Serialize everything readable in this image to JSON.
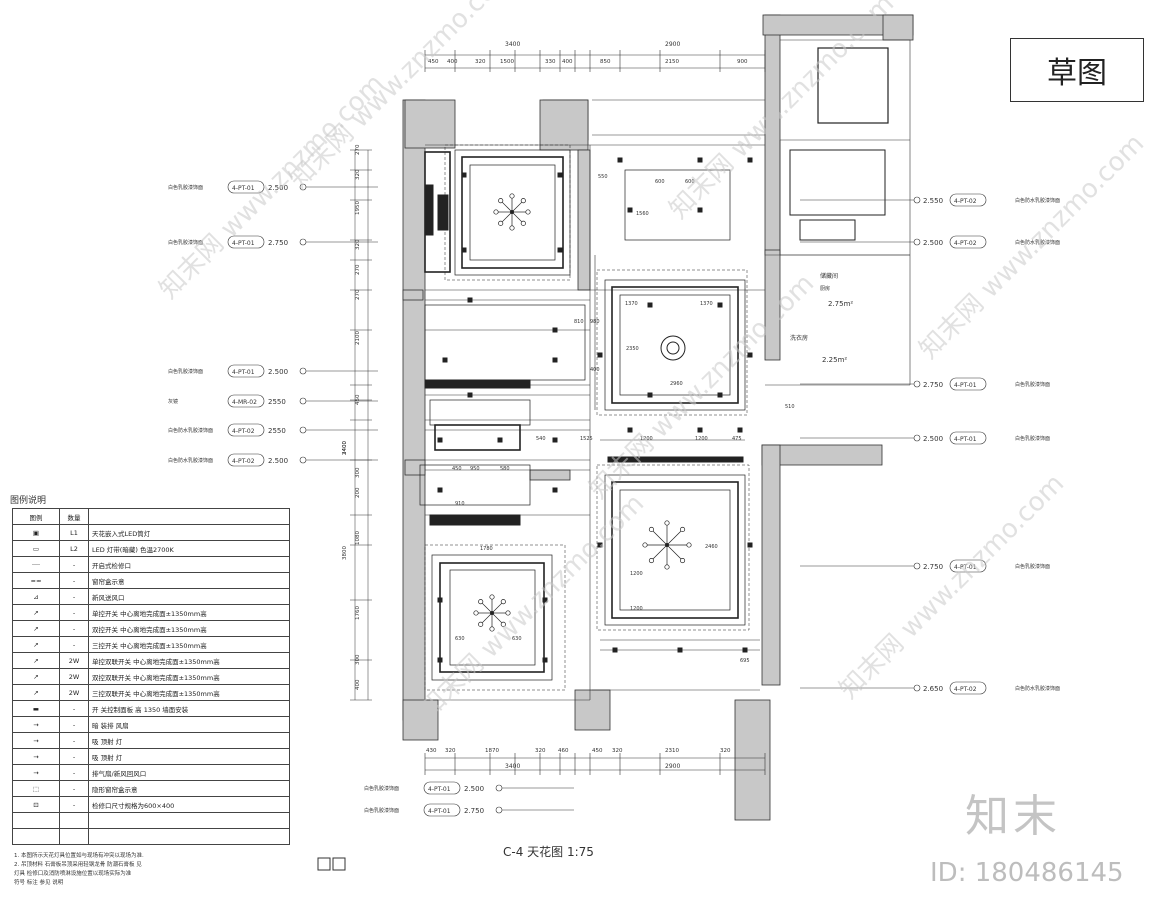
{
  "sketch_label": "草图",
  "drawing_title": "C-4   天花图   1:75",
  "brand_watermark": "知末",
  "id_text": "ID: 180486145",
  "repeat_watermark": "知末网 www.znzmo.com",
  "dims_top_totals": [
    "3400",
    "2900"
  ],
  "dims_top_parts": [
    "450",
    "400",
    "320",
    "1500",
    "330",
    "400",
    "850",
    "2150",
    "900"
  ],
  "dims_bottom_totals": [
    "3400",
    "2900"
  ],
  "dims_bottom_parts": [
    "430",
    "320",
    "1870",
    "320",
    "460",
    "450",
    "320",
    "2310",
    "320"
  ],
  "dims_left": [
    "270",
    "320",
    "1950",
    "320",
    "270",
    "270",
    "2100",
    "450",
    "2400",
    "3400",
    "300",
    "200",
    "3800",
    "1080",
    "1760",
    "300",
    "400"
  ],
  "heights_left": [
    {
      "tag": "4-PT-01",
      "value": "2.500",
      "note": "白色乳胶漆饰面"
    },
    {
      "tag": "4-PT-01",
      "value": "2.750",
      "note": "白色乳胶漆饰面"
    },
    {
      "tag": "4-PT-01",
      "value": "2.500",
      "note": "白色乳胶漆饰面"
    },
    {
      "tag": "4-MR-02",
      "value": "2550",
      "note": "灰镜"
    },
    {
      "tag": "4-PT-02",
      "value": "2550",
      "note": "白色防水乳胶漆饰面"
    },
    {
      "tag": "4-PT-02",
      "value": "2.500",
      "note": "白色防水乳胶漆饰面"
    }
  ],
  "heights_right": [
    {
      "tag": "4-PT-02",
      "value": "2.550",
      "note": "白色防水乳胶漆饰面"
    },
    {
      "tag": "4-PT-02",
      "value": "2.500",
      "note": "白色防水乳胶漆饰面"
    },
    {
      "tag": "4-PT-01",
      "value": "2.750",
      "note": "白色乳胶漆饰面"
    },
    {
      "tag": "4-PT-01",
      "value": "2.500",
      "note": "白色乳胶漆饰面"
    },
    {
      "tag": "4-PT-01",
      "value": "2.750",
      "note": "白色乳胶漆饰面"
    },
    {
      "tag": "4-PT-02",
      "value": "2.650",
      "note": "白色防水乳胶漆饰面"
    }
  ],
  "heights_bottom": [
    {
      "tag": "4-PT-01",
      "value": "2.500",
      "note": "白色乳胶漆饰面"
    },
    {
      "tag": "4-PT-01",
      "value": "2.750",
      "note": "白色乳胶漆饰面"
    }
  ],
  "rooms": {
    "storage_name": "储藏间",
    "storage_area": "2.75m²",
    "storage_sub": "厨房",
    "laundry_name": "洗衣房",
    "laundry_area": "2.25m²"
  },
  "inner_dims": [
    "600",
    "600",
    "1560",
    "550",
    "810",
    "1370",
    "1370",
    "2960",
    "400",
    "2350",
    "1200",
    "1200",
    "475",
    "540",
    "1525",
    "510",
    "910",
    "450",
    "950",
    "580",
    "2460",
    "1200",
    "1200",
    "695",
    "630",
    "630",
    "1780",
    "980"
  ],
  "legend": {
    "title": "图例说明",
    "headers": [
      "图例",
      "数量"
    ],
    "rows": [
      {
        "qty": "L1",
        "desc": "天花嵌入式LED筒灯"
      },
      {
        "qty": "L2",
        "desc": "LED 灯带(暗藏) 色温2700K"
      },
      {
        "qty": "-",
        "desc": "开启式检修口"
      },
      {
        "qty": "-",
        "desc": "窗帘盒示意"
      },
      {
        "qty": "-",
        "desc": "新风送风口"
      },
      {
        "qty": "-",
        "desc": "单控开关 中心离地完成面±1350mm高"
      },
      {
        "qty": "-",
        "desc": "双控开关 中心离地完成面±1350mm高"
      },
      {
        "qty": "-",
        "desc": "三控开关 中心离地完成面±1350mm高"
      },
      {
        "qty": "2W",
        "desc": "单控双联开关 中心离地完成面±1350mm高"
      },
      {
        "qty": "2W",
        "desc": "双控双联开关 中心离地完成面±1350mm高"
      },
      {
        "qty": "2W",
        "desc": "三控双联开关 中心离地完成面±1350mm高"
      },
      {
        "qty": "-",
        "desc": "开    关控制面板  高 1350  墙面安装"
      },
      {
        "qty": "-",
        "desc": "暗 装排 风扇"
      },
      {
        "qty": "-",
        "desc": "吸    顶射 灯"
      },
      {
        "qty": "-",
        "desc": "吸    顶射 灯"
      },
      {
        "qty": "-",
        "desc": "排气扇/新风回风口"
      },
      {
        "qty": "-",
        "desc": "隐形窗帘盒示意"
      },
      {
        "qty": "-",
        "desc": "检修口尺寸规格为600×400"
      },
      {
        "qty": "",
        "desc": ""
      },
      {
        "qty": "",
        "desc": ""
      }
    ]
  },
  "notes": [
    "1.  本图所示天花灯具位置如与现场有冲突以现场为准.",
    "2.  吊顶材料 石膏板吊顶采用轻钢龙骨 防潮石膏板 见",
    "    灯具 检修口及消防喷淋设施位置以现场实际为准",
    "    符号           标注  参见   说明"
  ]
}
